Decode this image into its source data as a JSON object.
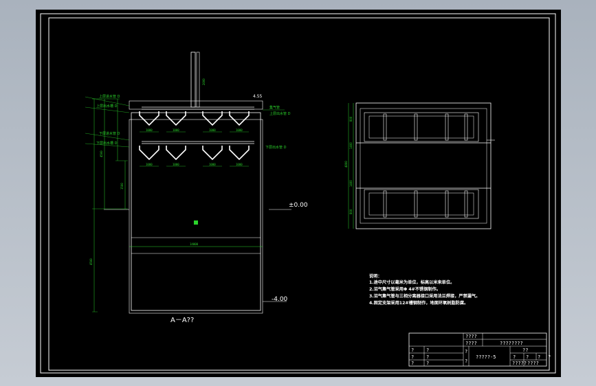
{
  "drawing": {
    "section_label": "A－A??",
    "elevations": {
      "top": "4.55",
      "ground": "±0.00",
      "bottom": "-4.00"
    },
    "side_labels_left": [
      "上层进水管 D",
      "上层出水槽 D",
      "下层进水管 D",
      "下层出水槽 D"
    ],
    "side_labels_right": [
      "集气管",
      "上层出水管 D",
      "下层出水管 D"
    ],
    "vertical_dims_left": [
      "4500",
      "1500",
      "4500"
    ],
    "pipe_dim": "2000",
    "inner_widths": [
      "1000",
      "1000",
      "1000",
      "1000"
    ],
    "bottom_width": "14000",
    "plan_left_dims": [
      "800",
      "1400",
      "4800",
      "1400",
      "800"
    ]
  },
  "notes": {
    "title": "说明：",
    "lines": [
      "1.途中尺寸以毫米为单位，标高以米来单位。",
      "2.沼气集气管采用Φ 4#不锈钢制作。",
      "3.沼气集气管与三相分离器接口采用法兰焊接，严禁漏气。",
      "4.固定支架采用12#槽钢制作，地面环氧树脂防腐。"
    ]
  },
  "title_block": {
    "cells": [
      "????",
      "????",
      "????????",
      "??",
      "?????-5",
      "?",
      "?",
      "?",
      "?",
      "?",
      "?",
      "?",
      "?",
      "?",
      "?",
      "?",
      "?",
      "?????",
      "????"
    ]
  }
}
